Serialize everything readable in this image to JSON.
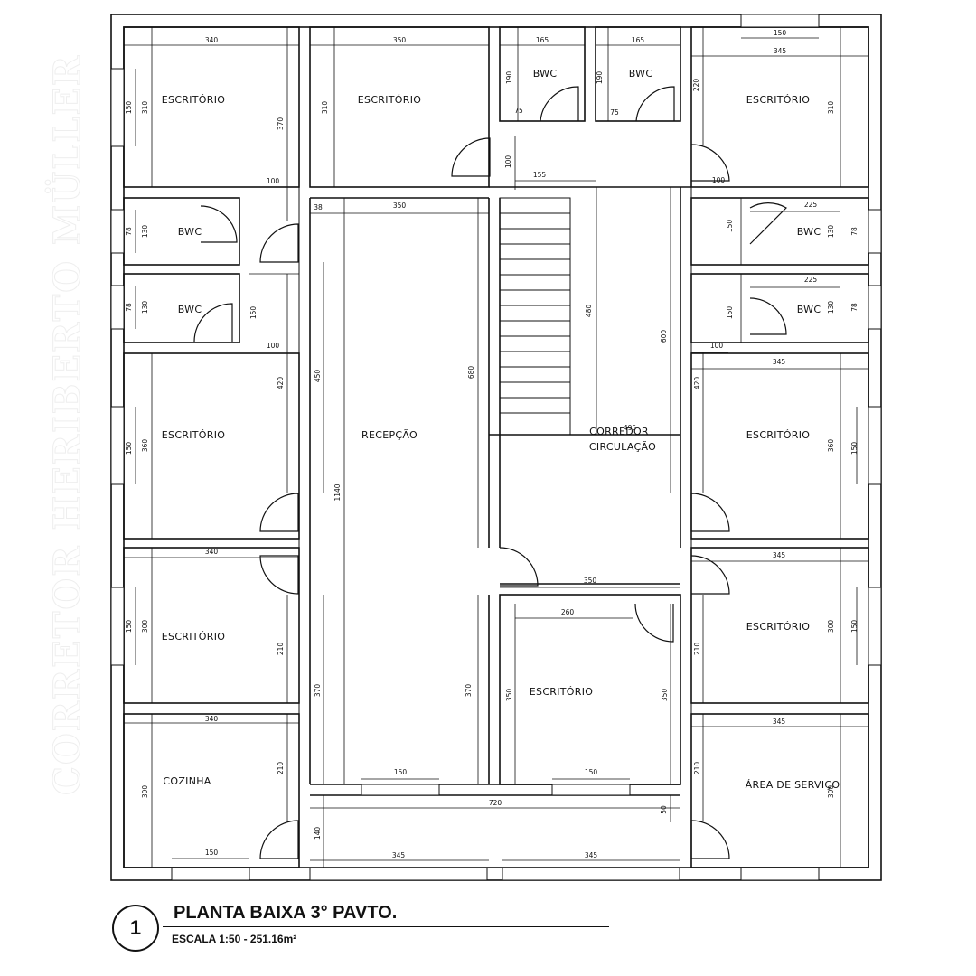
{
  "watermark": "CORRETOR HERIBERTO MÜLLER",
  "title": {
    "number": "1",
    "main": "PLANTA BAIXA 3° PAVTO.",
    "scale": "ESCALA 1:50 - 251.16m²"
  },
  "rooms": {
    "escritorio_nw": "ESCRITÓRIO",
    "escritorio_n2": "ESCRITÓRIO",
    "bwc_n1": "BWC",
    "bwc_n2": "BWC",
    "escritorio_ne": "ESCRITÓRIO",
    "bwc_w1": "BWC",
    "bwc_w2": "BWC",
    "bwc_e1": "BWC",
    "bwc_e2": "BWC",
    "escritorio_w_mid": "ESCRITÓRIO",
    "recepcao": "RECEPÇÃO",
    "corredor_1": "CORREDOR",
    "corredor_2": "CIRCULAÇÃO",
    "escritorio_e_mid": "ESCRITÓRIO",
    "escritorio_w_low": "ESCRITÓRIO",
    "escritorio_e_low": "ESCRITÓRIO",
    "escritorio_center": "ESCRITÓRIO",
    "cozinha": "COZINHA",
    "area_servico": "ÁREA DE SERVIÇO"
  },
  "dims": {
    "d340_a": "340",
    "d350_a": "350",
    "d165_a": "165",
    "d165_b": "165",
    "d150_a": "150",
    "d345_a": "345",
    "d150_b": "150",
    "d310_a": "310",
    "d370_a": "370",
    "d310_b": "310",
    "d190_a": "190",
    "d75_a": "75",
    "d190_b": "190",
    "d75_b": "75",
    "d220_a": "220",
    "d310_c": "310",
    "d100_a": "100",
    "d100_b": "100",
    "d155_a": "155",
    "d100_c": "100",
    "d78_a": "78",
    "d130_a": "130",
    "d38_a": "38",
    "d350_b": "350",
    "d150_c": "150",
    "d225_a": "225",
    "d130_b": "130",
    "d78_b": "78",
    "d78_c": "78",
    "d130_c": "130",
    "d150_d": "150",
    "d100_d": "100",
    "d480_a": "480",
    "d600_a": "600",
    "d150_e": "150",
    "d225_b": "225",
    "d130_d": "130",
    "d78_d": "78",
    "d100_e": "100",
    "d420_a": "420",
    "d450_a": "450",
    "d680_a": "680",
    "d345_b": "345",
    "d420_b": "420",
    "d150_f": "150",
    "d360_a": "360",
    "d1140_a": "1140",
    "d495_a": "495",
    "d360_b": "360",
    "d150_g": "150",
    "d340_b": "340",
    "d345_c": "345",
    "d350_c": "350",
    "d150_h": "150",
    "d300_a": "300",
    "d210_a": "210",
    "d260_a": "260",
    "d210_b": "210",
    "d300_b": "300",
    "d150_i": "150",
    "d370_b": "370",
    "d370_c": "370",
    "d350_d": "350",
    "d350_e": "350",
    "d340_c": "340",
    "d345_d": "345",
    "d300_c": "300",
    "d210_c": "210",
    "d150_j": "150",
    "d150_k": "150",
    "d210_d": "210",
    "d300_d": "300",
    "d720_a": "720",
    "d50_a": "50",
    "d140_a": "140",
    "d150_l": "150",
    "d345_e": "345",
    "d345_f": "345"
  }
}
